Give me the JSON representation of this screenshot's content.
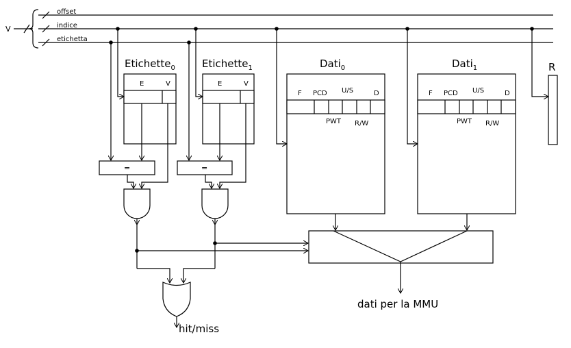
{
  "labels": {
    "bus_input": "V",
    "bus_offset": "offset",
    "bus_indice": "indice",
    "bus_etichetta": "etichetta",
    "tag0_title": "Etichette",
    "tag0_sub": "0",
    "tag1_title": "Etichette",
    "tag1_sub": "1",
    "data0_title": "Dati",
    "data0_sub": "0",
    "data1_title": "Dati",
    "data1_sub": "1",
    "register": "R",
    "col_e": "E",
    "col_v": "V",
    "col_f": "F",
    "col_pcd": "PCD",
    "col_us": "U/S",
    "col_d": "D",
    "col_pwt": "PWT",
    "col_rw": "R/W",
    "comparator": "=",
    "output_mux": "dati per la MMU",
    "output_hit": "hit/miss"
  }
}
